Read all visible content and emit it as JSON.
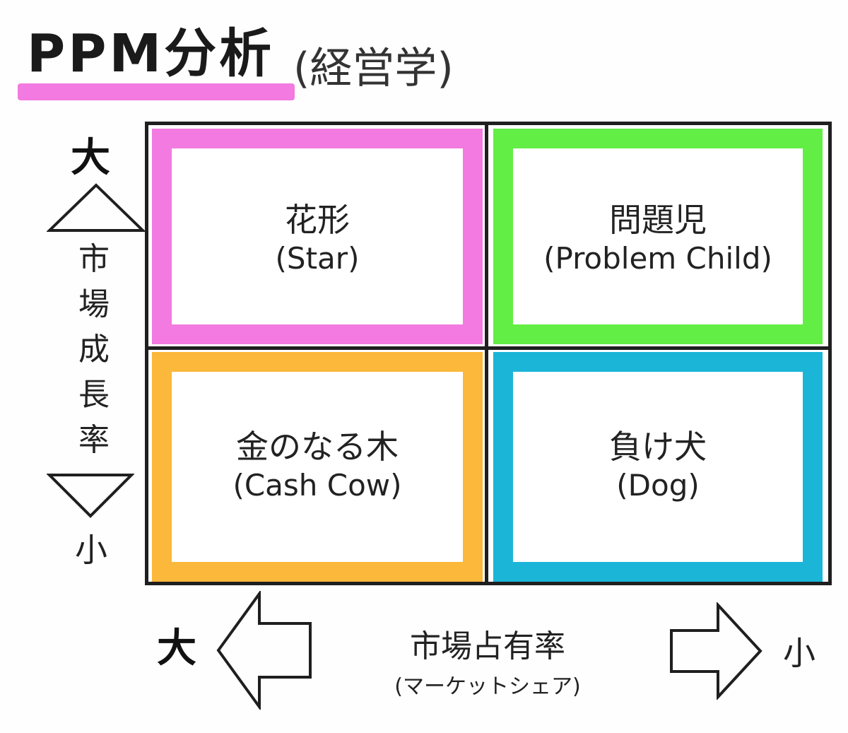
{
  "title": "PPM分析",
  "subtitle": "(経営学)",
  "colors": {
    "star": "#f27ae0",
    "problem_child": "#62ee44",
    "cash_cow": "#fbb83a",
    "dog": "#1bb5d8",
    "line": "#1f1f1f"
  },
  "quadrants": [
    {
      "name": "花形",
      "en": "(Star)"
    },
    {
      "name": "問題児",
      "en": "(Problem Child)"
    },
    {
      "name": "金のなる木",
      "en": "(Cash Cow)"
    },
    {
      "name": "負け犬",
      "en": "(Dog)"
    }
  ],
  "y_axis": {
    "label": "市場成長率",
    "high": "大",
    "low": "小"
  },
  "x_axis": {
    "label": "市場占有率",
    "sublabel": "(マーケットシェア)",
    "high": "大",
    "low": "小"
  }
}
